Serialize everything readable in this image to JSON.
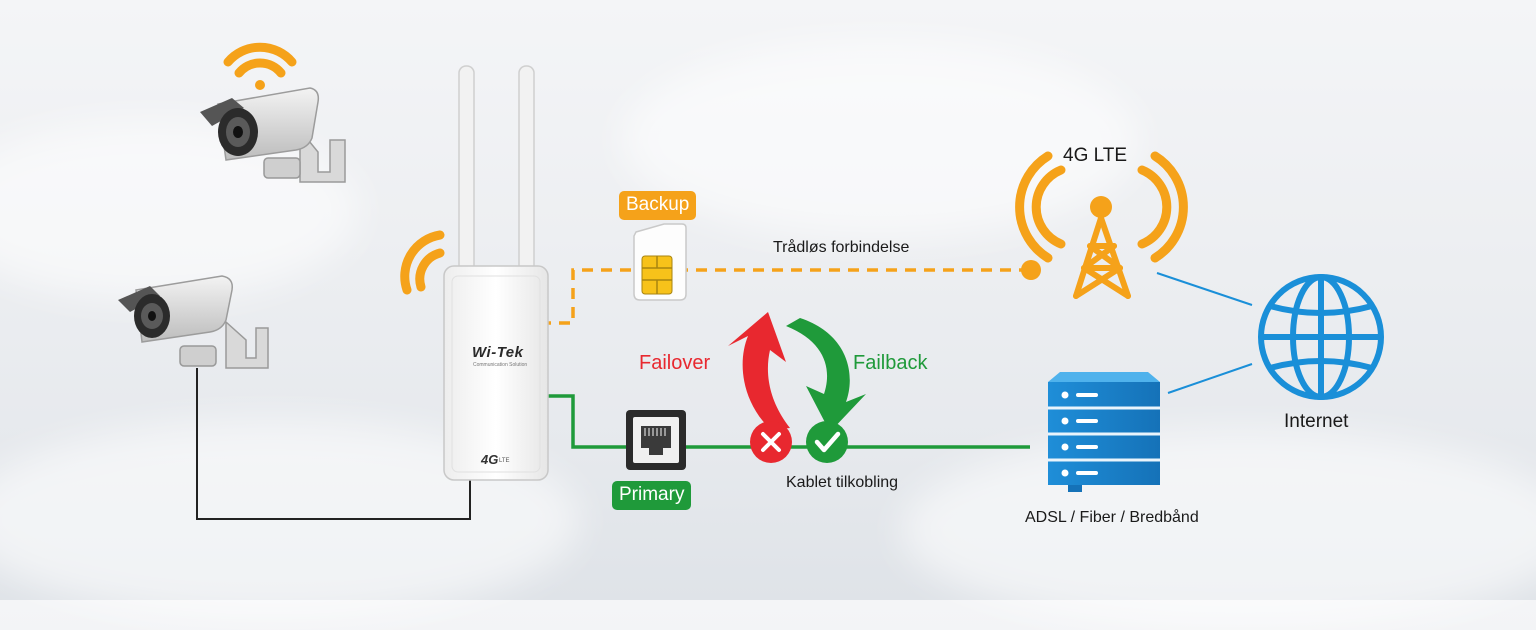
{
  "labels": {
    "lte": "4G LTE",
    "wireless": "Trådløs forbindelse",
    "backup": "Backup",
    "primary": "Primary",
    "failover": "Failover",
    "failback": "Failback",
    "cable": "Kablet tilkobling",
    "internet": "Internet",
    "adsl": "ADSL / Fiber / Bredbånd"
  },
  "device": {
    "brand": "Wi-Tek",
    "brand_sub": "Communication Solution",
    "model_badge": "4G",
    "model_sub": "LTE"
  },
  "colors": {
    "orange": "#f5a21a",
    "green": "#1f9a3a",
    "red": "#e8282f",
    "blue": "#1a8fd8"
  }
}
